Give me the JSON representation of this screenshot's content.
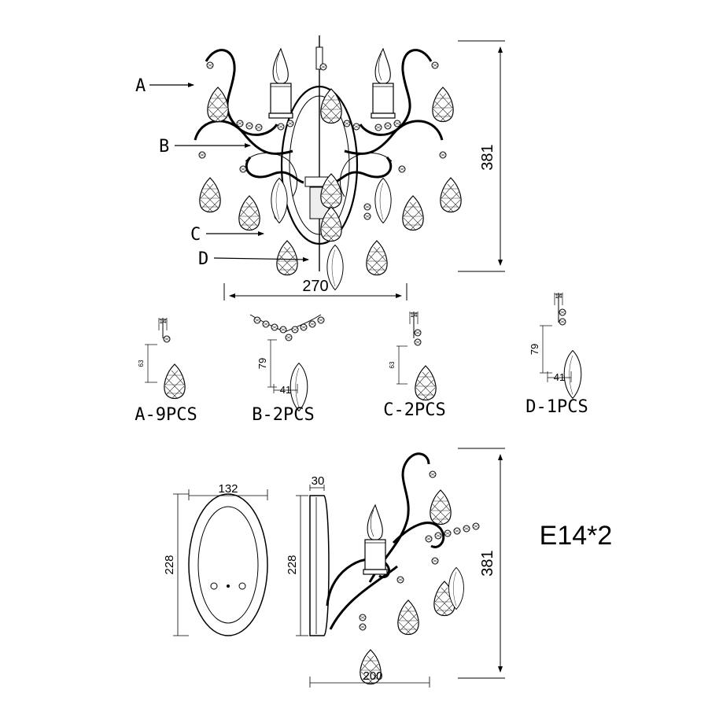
{
  "main_view": {
    "height_label": "381",
    "width_label": "270",
    "callouts": [
      "A",
      "B",
      "C",
      "D"
    ]
  },
  "parts": [
    {
      "name": "A-9PCS",
      "dims": [
        "14",
        "63"
      ]
    },
    {
      "name": "B-2PCS",
      "dims": [
        "79",
        "41"
      ]
    },
    {
      "name": "C-2PCS",
      "dims": [
        "14",
        "63"
      ]
    },
    {
      "name": "D-1PCS",
      "dims": [
        "14",
        "79",
        "41"
      ]
    }
  ],
  "backplate": {
    "width_label": "132",
    "height_label": "228"
  },
  "side_view": {
    "depth_label": "30",
    "height_label": "228",
    "arm_height_label": "381",
    "arm_width_label": "200"
  },
  "bulb_spec": "E14*2"
}
